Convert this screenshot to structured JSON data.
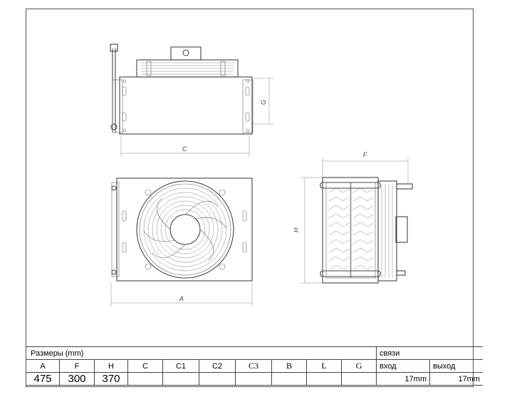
{
  "dimension_labels": {
    "A": "A",
    "C": "C",
    "F": "F",
    "G": "G",
    "H": "H"
  },
  "table": {
    "title": "Размеры (mm)",
    "connections_title": "связи",
    "headers": [
      "A",
      "F",
      "H",
      "C",
      "C1",
      "C2",
      "C3",
      "B",
      "L",
      "G"
    ],
    "values": [
      "475",
      "300",
      "370",
      "",
      "",
      "",
      "",
      "",
      "",
      ""
    ],
    "conn_headers": [
      "вход",
      "выход"
    ],
    "conn_values": [
      "17mm",
      "17mm"
    ]
  }
}
